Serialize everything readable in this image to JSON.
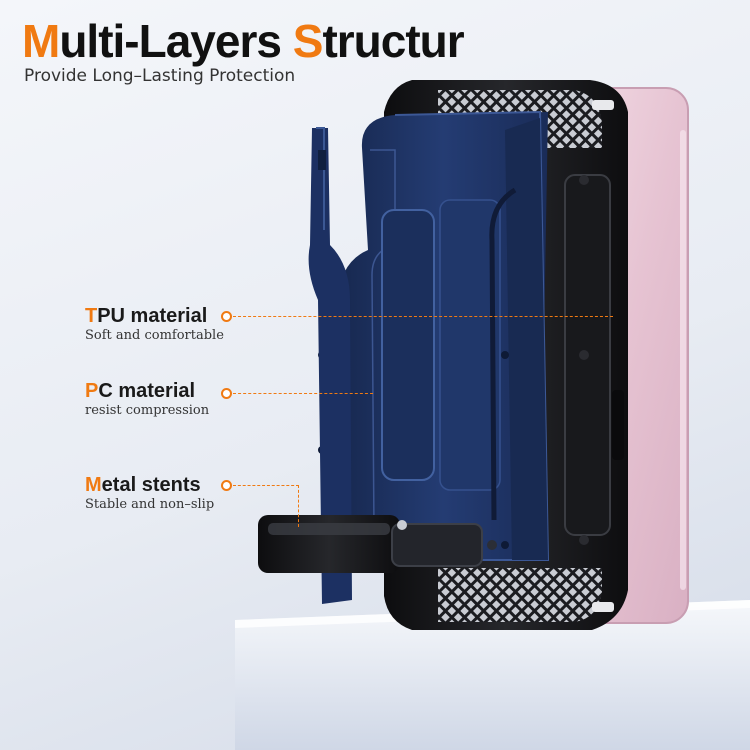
{
  "headline": {
    "letter_1": "M",
    "part_1": "ulti-Layers ",
    "letter_2": "S",
    "part_2": "tructur"
  },
  "subheadline": "Provide Long–Lasting Protection",
  "callouts": [
    {
      "title_initial": "T",
      "title_rest": "PU material",
      "description": "Soft and comfortable"
    },
    {
      "title_initial": "P",
      "title_rest": "C material",
      "description": "resist compression"
    },
    {
      "title_initial": "M",
      "title_rest": "etal stents",
      "description": "Stable and non–slip"
    }
  ],
  "colors": {
    "accent": "#f07a12",
    "shell_navy": "#1f3466",
    "bumper_black": "#141416",
    "phone_pink": "#e8c9d6"
  }
}
